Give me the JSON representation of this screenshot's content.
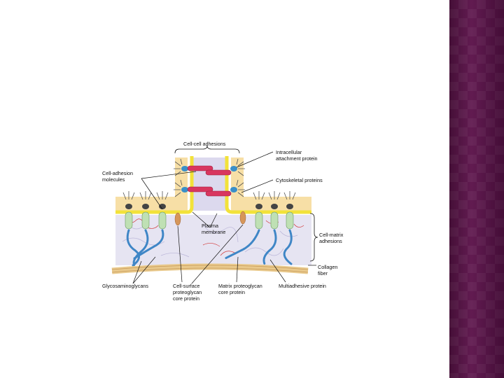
{
  "diagram": {
    "labels": {
      "cell_cell_adhesions": "Cell-cell adhesions",
      "intracellular_attachment_protein_1": "Intracellular",
      "intracellular_attachment_protein_2": "attachment protein",
      "cell_adhesion_molecules_1": "Cell-adhesion",
      "cell_adhesion_molecules_2": "molecules",
      "cytoskeletal_proteins": "Cytoskeletal proteins",
      "plasma_membrane_1": "Plasma",
      "plasma_membrane_2": "membrane",
      "cell_matrix_adhesions_1": "Cell-matrix",
      "cell_matrix_adhesions_2": "adhesions",
      "collagen_fiber_1": "Collagen",
      "collagen_fiber_2": "fiber",
      "glycosaminoglycans": "Glycosaminoglycans",
      "cell_surface_proteoglycan_1": "Cell-surface",
      "cell_surface_proteoglycan_2": "proteoglycan",
      "cell_surface_proteoglycan_3": "core protein",
      "matrix_proteoglycan_1": "Matrix proteoglycan",
      "matrix_proteoglycan_2": "core protein",
      "multiadhesive_protein": "Multiadhesive protein"
    },
    "colors": {
      "cytoplasm": "#f7dfa6",
      "membrane": "#f2e23a",
      "matrix": "#e6e4f2",
      "collagen": "#e9c98c",
      "cadherin": "#d8365f",
      "receptor": "#bfe0b4",
      "gag_beads": "#3f86c6",
      "cytoskeleton": "#555555",
      "panel": "#5a1747"
    }
  }
}
